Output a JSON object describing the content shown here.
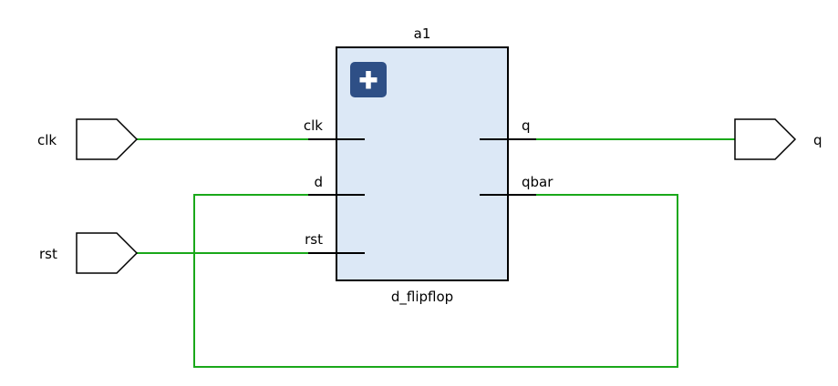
{
  "instance_name": "a1",
  "module_name": "d_flipflop",
  "expand_icon": "plus-icon",
  "colors": {
    "wire": "#1aa81a",
    "block_fill": "#dce8f6",
    "expand_button": "#2e4f86"
  },
  "input_ports": [
    "clk",
    "rst"
  ],
  "output_ports": [
    "q"
  ],
  "block_pins": {
    "inputs": [
      "clk",
      "d",
      "rst"
    ],
    "outputs": [
      "q",
      "qbar"
    ]
  }
}
